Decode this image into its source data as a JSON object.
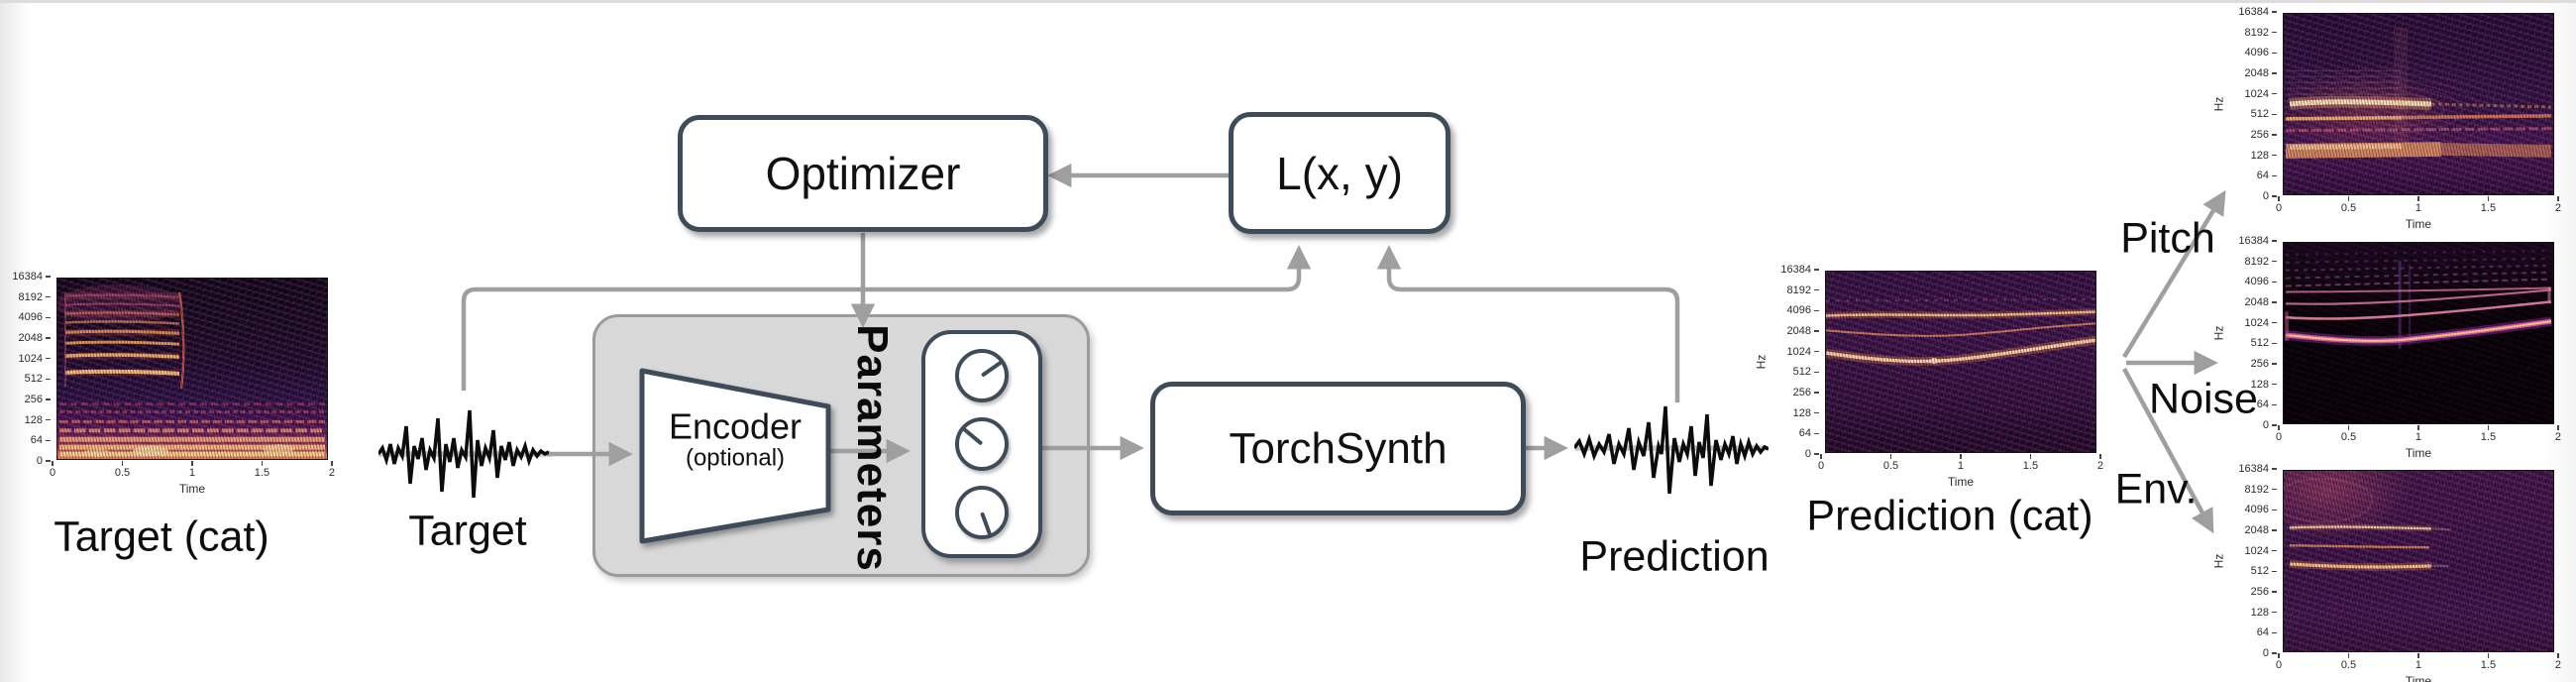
{
  "figure": {
    "background": "#ffffff",
    "box_border_color": "#3e4c59",
    "arrow_color": "#9f9f9f",
    "synth_container_color": "#d8d8d8"
  },
  "boxes": {
    "optimizer": {
      "label": "Optimizer"
    },
    "loss": {
      "label": "L(x, y)"
    },
    "torchsynth": {
      "label": "TorchSynth"
    },
    "encoder": {
      "label": "Encoder",
      "sublabel": "(optional)"
    },
    "parameters": {
      "label": "Parameters"
    }
  },
  "waveforms": {
    "target": {
      "label": "Target"
    },
    "prediction": {
      "label": "Prediction"
    }
  },
  "outputs": {
    "pitch": {
      "label": "Pitch"
    },
    "noise": {
      "label": "Noise"
    },
    "env": {
      "label": "Env."
    }
  },
  "spectrograms": [
    {
      "id": "target",
      "caption": "Target (cat)",
      "ylabel": "Hz",
      "xlabel": "Time",
      "hz_ticks": [
        "16384",
        "8192",
        "4096",
        "2048",
        "1024",
        "512",
        "256",
        "128",
        "64",
        "0"
      ],
      "time_ticks": [
        "0",
        "0.5",
        "1",
        "1.5",
        "2"
      ]
    },
    {
      "id": "prediction",
      "caption": "Prediction (cat)",
      "ylabel": "Hz",
      "xlabel": "Time",
      "hz_ticks": [
        "16384",
        "8192",
        "4096",
        "2048",
        "1024",
        "512",
        "256",
        "128",
        "64",
        "0"
      ],
      "time_ticks": [
        "0",
        "0.5",
        "1",
        "1.5",
        "2"
      ]
    },
    {
      "id": "pitch",
      "caption": "",
      "ylabel": "Hz",
      "xlabel": "Time",
      "hz_ticks": [
        "16384",
        "8192",
        "4096",
        "2048",
        "1024",
        "512",
        "256",
        "128",
        "64",
        "0"
      ],
      "time_ticks": [
        "0",
        "0.5",
        "1",
        "1.5",
        "2"
      ]
    },
    {
      "id": "noise",
      "caption": "",
      "ylabel": "Hz",
      "xlabel": "Time",
      "hz_ticks": [
        "16384",
        "8192",
        "4096",
        "2048",
        "1024",
        "512",
        "256",
        "128",
        "64",
        "0"
      ],
      "time_ticks": [
        "0",
        "0.5",
        "1",
        "1.5",
        "2"
      ]
    },
    {
      "id": "env",
      "caption": "",
      "ylabel": "Hz",
      "xlabel": "Time",
      "hz_ticks": [
        "16384",
        "8192",
        "4096",
        "2048",
        "1024",
        "512",
        "256",
        "128",
        "64",
        "0"
      ],
      "time_ticks": [
        "0",
        "0.5",
        "1",
        "1.5",
        "2"
      ]
    }
  ],
  "chart_data": [
    {
      "type": "heatmap",
      "title": "Target (cat)",
      "xlabel": "Time",
      "ylabel": "Hz",
      "x_range": [
        0,
        2
      ],
      "y_ticks": [
        16384,
        8192,
        4096,
        2048,
        1024,
        512,
        256,
        128,
        64,
        0
      ],
      "colormap": "magma",
      "description": "Cat vocalization: stacked bright harmonics from ~512 Hz to ~8 kHz during t=0 to ~0.8 s, then decay; persistent bright low-frequency energy below ~128 Hz across full 2 s."
    },
    {
      "type": "heatmap",
      "title": "Prediction (cat)",
      "xlabel": "Time",
      "ylabel": "Hz",
      "x_range": [
        0,
        2
      ],
      "y_ticks": [
        16384,
        8192,
        4096,
        2048,
        1024,
        512,
        256,
        128,
        64,
        0
      ],
      "colormap": "magma",
      "description": "Synthesized prediction: uniform violet noise with three bright partials near ~2048 Hz, ~1200 Hz and a bright fundamental around ~600 Hz that rises slowly toward ~900 Hz by t=2 s."
    },
    {
      "type": "heatmap",
      "title": "Pitch",
      "xlabel": "Time",
      "ylabel": "Hz",
      "x_range": [
        0,
        2
      ],
      "y_ticks": [
        16384,
        8192,
        4096,
        2048,
        1024,
        512,
        256,
        128,
        64,
        0
      ],
      "colormap": "magma",
      "description": "Pitch component: ripple-like arcs around t=0.45 s, bright horizontal bands near ~300 Hz, ~180 Hz and a wide bright band ~64-128 Hz."
    },
    {
      "type": "heatmap",
      "title": "Noise",
      "xlabel": "Time",
      "ylabel": "Hz",
      "x_range": [
        0,
        2
      ],
      "y_ticks": [
        16384,
        8192,
        4096,
        2048,
        1024,
        512,
        256,
        128,
        64,
        0
      ],
      "colormap": "magma",
      "description": "Harmonic component on black background: bright fundamental ~600 Hz rising over time with several harmonics above, vertical transient near t=0.45 s."
    },
    {
      "type": "heatmap",
      "title": "Env.",
      "xlabel": "Time",
      "ylabel": "Hz",
      "x_range": [
        0,
        2
      ],
      "y_ticks": [
        16384,
        8192,
        4096,
        2048,
        1024,
        512,
        256,
        128,
        64,
        0
      ],
      "colormap": "magma",
      "description": "Envelope component: purple noise field, brighter glow top-left, three short bright partials (~2048, ~1100, ~600 Hz) from t=0 to ~0.55 s."
    }
  ]
}
